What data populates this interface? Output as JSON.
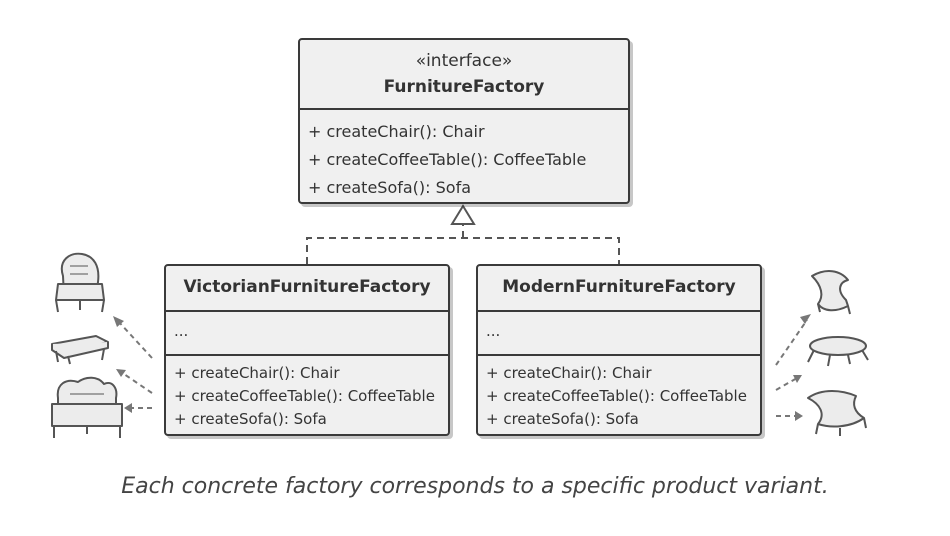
{
  "interface_box": {
    "stereotype": "«interface»",
    "name": "FurnitureFactory",
    "methods": [
      "+ createChair(): Chair",
      "+ createCoffeeTable(): CoffeeTable",
      "+ createSofa(): Sofa"
    ]
  },
  "victorian_box": {
    "name": "VictorianFurnitureFactory",
    "fields": "...",
    "methods": [
      "+ createChair(): Chair",
      "+ createCoffeeTable(): CoffeeTable",
      "+ createSofa(): Sofa"
    ]
  },
  "modern_box": {
    "name": "ModernFurnitureFactory",
    "fields": "...",
    "methods": [
      "+ createChair(): Chair",
      "+ createCoffeeTable(): CoffeeTable",
      "+ createSofa(): Sofa"
    ]
  },
  "caption": "Each concrete factory corresponds to a specific product variant.",
  "icons": {
    "left": [
      "victorian-armchair-icon",
      "victorian-coffee-table-icon",
      "victorian-sofa-icon"
    ],
    "right": [
      "modern-chair-icon",
      "modern-coffee-table-icon",
      "modern-sofa-icon"
    ]
  },
  "colors": {
    "box_fill": "#f0f0f0",
    "stroke": "#3a3a3a",
    "text": "#333333",
    "caption": "#444444"
  }
}
